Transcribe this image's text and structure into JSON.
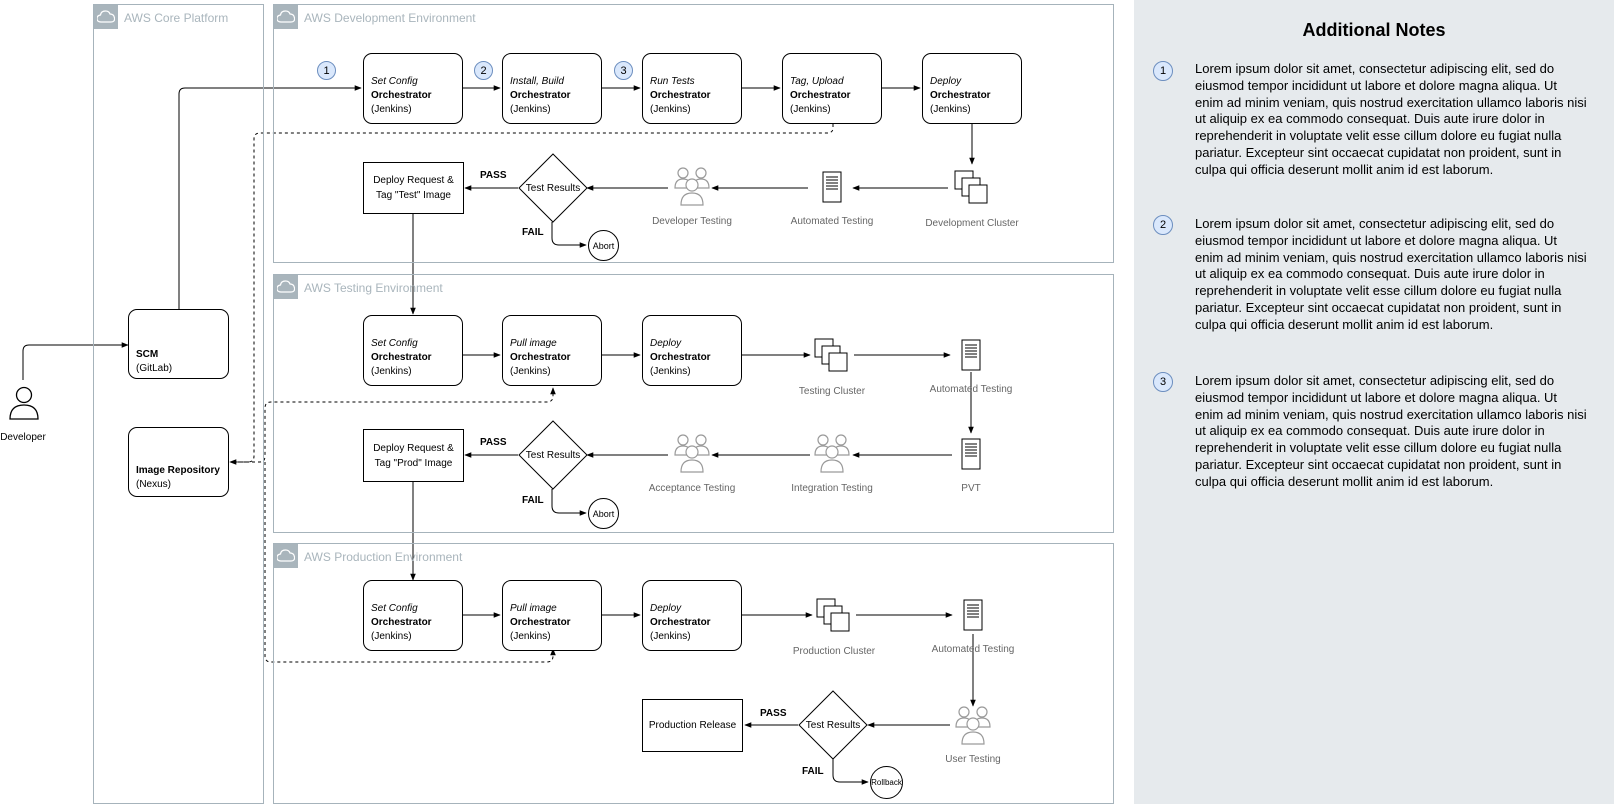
{
  "groups": {
    "core": "AWS Core Platform",
    "dev": "AWS Development Environment",
    "test": "AWS Testing Environment",
    "prod": "AWS Production Environment"
  },
  "actors": {
    "developer": "Developer"
  },
  "core_nodes": {
    "scm": {
      "title": "SCM",
      "sub": "(GitLab)"
    },
    "repo": {
      "title": "Image Repository",
      "sub": "(Nexus)"
    }
  },
  "dev": {
    "steps": [
      {
        "action": "Set Config",
        "role": "Orchestrator",
        "tool": "(Jenkins)"
      },
      {
        "action": "Install, Build",
        "role": "Orchestrator",
        "tool": "(Jenkins)"
      },
      {
        "action": "Run Tests",
        "role": "Orchestrator",
        "tool": "(Jenkins)"
      },
      {
        "action": "Tag, Upload",
        "role": "Orchestrator",
        "tool": "(Jenkins)"
      },
      {
        "action": "Deploy",
        "role": "Orchestrator",
        "tool": "(Jenkins)"
      }
    ],
    "badges": [
      "1",
      "2",
      "3"
    ],
    "cluster": "Development Cluster",
    "automated": "Automated Testing",
    "people": "Developer Testing",
    "decision": "Test Results",
    "pass": "PASS",
    "fail": "FAIL",
    "abort": "Abort",
    "request_line1": "Deploy Request &",
    "request_line2": "Tag \"Test\" Image"
  },
  "test": {
    "steps": [
      {
        "action": "Set Config",
        "role": "Orchestrator",
        "tool": "(Jenkins)"
      },
      {
        "action": "Pull image",
        "role": "Orchestrator",
        "tool": "(Jenkins)"
      },
      {
        "action": "Deploy",
        "role": "Orchestrator",
        "tool": "(Jenkins)"
      }
    ],
    "cluster": "Testing Cluster",
    "automated": "Automated Testing",
    "pvt": "PVT",
    "integration": "Integration Testing",
    "acceptance": "Acceptance Testing",
    "decision": "Test Results",
    "pass": "PASS",
    "fail": "FAIL",
    "abort": "Abort",
    "request_line1": "Deploy Request &",
    "request_line2": "Tag \"Prod\" Image"
  },
  "prod": {
    "steps": [
      {
        "action": "Set Config",
        "role": "Orchestrator",
        "tool": "(Jenkins)"
      },
      {
        "action": "Pull image",
        "role": "Orchestrator",
        "tool": "(Jenkins)"
      },
      {
        "action": "Deploy",
        "role": "Orchestrator",
        "tool": "(Jenkins)"
      }
    ],
    "cluster": "Production Cluster",
    "automated": "Automated Testing",
    "user": "User Testing",
    "decision": "Test Results",
    "pass": "PASS",
    "fail": "FAIL",
    "rollback": "Rollback",
    "release": "Production Release"
  },
  "notes": {
    "title": "Additional Notes",
    "items": [
      {
        "num": "1",
        "text": "Lorem ipsum dolor sit amet, consectetur adipiscing elit, sed do eiusmod tempor incididunt ut labore et dolore magna aliqua. Ut enim ad minim veniam, quis nostrud exercitation ullamco laboris nisi ut aliquip ex ea commodo consequat. Duis aute irure dolor in reprehenderit in voluptate velit esse cillum dolore eu fugiat nulla pariatur. Excepteur sint occaecat cupidatat non proident, sunt in culpa qui officia deserunt mollit anim id est laborum."
      },
      {
        "num": "2",
        "text": "Lorem ipsum dolor sit amet, consectetur adipiscing elit, sed do eiusmod tempor incididunt ut labore et dolore magna aliqua. Ut enim ad minim veniam, quis nostrud exercitation ullamco laboris nisi ut aliquip ex ea commodo consequat. Duis aute irure dolor in reprehenderit in voluptate velit esse cillum dolore eu fugiat nulla pariatur. Excepteur sint occaecat cupidatat non proident, sunt in culpa qui officia deserunt mollit anim id est laborum."
      },
      {
        "num": "3",
        "text": "Lorem ipsum dolor sit amet, consectetur adipiscing elit, sed do eiusmod tempor incididunt ut labore et dolore magna aliqua. Ut enim ad minim veniam, quis nostrud exercitation ullamco laboris nisi ut aliquip ex ea commodo consequat. Duis aute irure dolor in reprehenderit in voluptate velit esse cillum dolore eu fugiat nulla pariatur. Excepteur sint occaecat cupidatat non proident, sunt in culpa qui officia deserunt mollit anim id est laborum."
      }
    ]
  },
  "colors": {
    "group_border": "#a6b3bb",
    "group_label": "#a9b5bc",
    "badge_fill": "#dae8fc",
    "badge_border": "#6c8ebf",
    "notes_bg": "#e6eaed"
  }
}
